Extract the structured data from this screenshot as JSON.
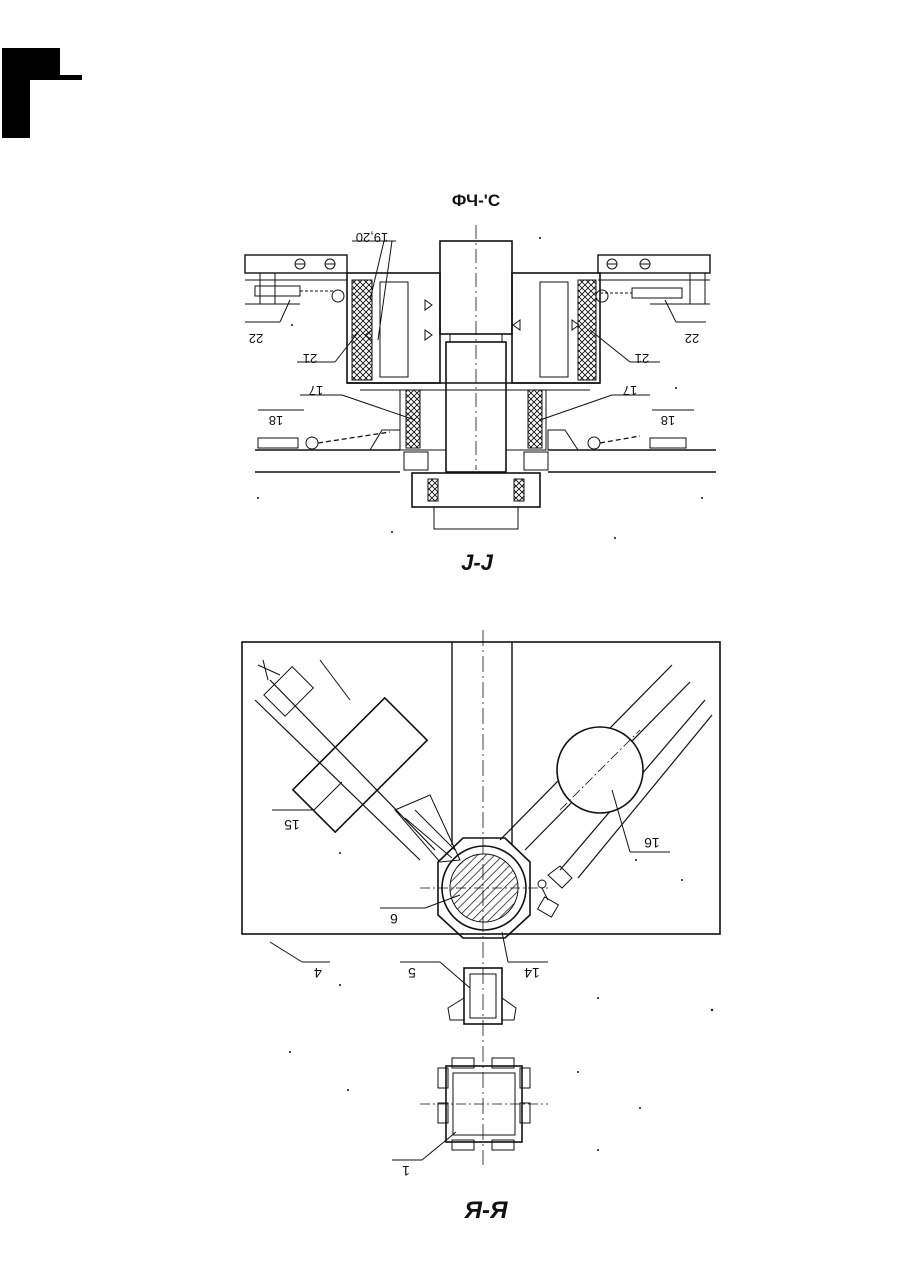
{
  "header": {
    "sheet_marker": "Г"
  },
  "figure_top": {
    "caption": "ФЧ-'С",
    "section_label": "J-J",
    "callouts": [
      "19,20",
      "21",
      "21",
      "22",
      "22",
      "17",
      "17",
      "18",
      "18"
    ]
  },
  "figure_bottom": {
    "section_label": "Я-Я",
    "callouts": [
      "15",
      "16",
      "6",
      "4",
      "5",
      "14",
      "1"
    ]
  }
}
